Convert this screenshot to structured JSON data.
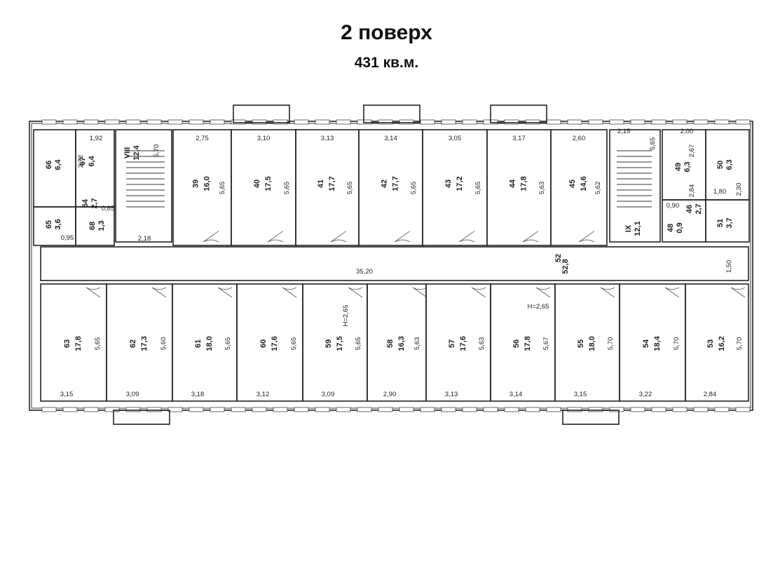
{
  "title": "2 поверх",
  "subtitle": "431 кв.м.",
  "stair_labels": [
    {
      "id": "VIII",
      "area": "12,4",
      "dim": "5,70"
    },
    {
      "id": "IX",
      "area": "12,1",
      "dim": "5,65"
    }
  ],
  "corridor": {
    "num": "52",
    "area": "52,8",
    "length": "35,20",
    "width": "1,50"
  },
  "top_rooms": [
    {
      "num": "39",
      "area": "16,0",
      "width": "2,75",
      "depth": "5,65"
    },
    {
      "num": "40",
      "area": "17,5",
      "width": "3,10",
      "depth": "5,65"
    },
    {
      "num": "41",
      "area": "17,7",
      "width": "3,13",
      "depth": "5,65"
    },
    {
      "num": "42",
      "area": "17,7",
      "width": "3,14",
      "depth": "5,65"
    },
    {
      "num": "43",
      "area": "17,2",
      "width": "3,05",
      "depth": "5,65"
    },
    {
      "num": "44",
      "area": "17,8",
      "width": "3,17",
      "depth": "5,63"
    },
    {
      "num": "45",
      "area": "14,6",
      "width": "2,60",
      "depth": "5,62"
    }
  ],
  "bottom_rooms": [
    {
      "num": "63",
      "area": "17,8",
      "width": "3,15",
      "depth": "5,65"
    },
    {
      "num": "62",
      "area": "17,3",
      "width": "3,09",
      "depth": "5,60"
    },
    {
      "num": "61",
      "area": "18,0",
      "width": "3,18",
      "depth": "5,65"
    },
    {
      "num": "60",
      "area": "17,6",
      "width": "3,12",
      "depth": "5,65"
    },
    {
      "num": "59",
      "area": "17,5",
      "width": "3,09",
      "depth": "5,65"
    },
    {
      "num": "58",
      "area": "16,3",
      "width": "2,90",
      "depth": "5,63"
    },
    {
      "num": "57",
      "area": "17,6",
      "width": "3,13",
      "depth": "5,63"
    },
    {
      "num": "56",
      "area": "17,8",
      "width": "3,14",
      "depth": "5,67"
    },
    {
      "num": "55",
      "area": "18,0",
      "width": "3,15",
      "depth": "5,70"
    },
    {
      "num": "54",
      "area": "18,4",
      "width": "3,22",
      "depth": "5,70"
    },
    {
      "num": "53",
      "area": "16,2",
      "width": "2,84",
      "depth": "5,70"
    }
  ],
  "small_rooms": [
    {
      "num": "66",
      "area": "6,4"
    },
    {
      "num": "67",
      "area": "6,4"
    },
    {
      "num": "65",
      "area": "3,6"
    },
    {
      "num": "64",
      "area": "2,7"
    },
    {
      "num": "68",
      "area": "1,3"
    },
    {
      "num": "49",
      "area": "6,3"
    },
    {
      "num": "50",
      "area": "6,3"
    },
    {
      "num": "51",
      "area": "3,7"
    },
    {
      "num": "46",
      "area": "2,7"
    },
    {
      "num": "48",
      "area": "0,9"
    }
  ],
  "extra_dims": [
    "1,92",
    "2,72",
    "0,85",
    "0,95",
    "2,18",
    "2,15",
    "2,00",
    "2,67",
    "1,80",
    "2,30",
    "0,90",
    "2,84"
  ],
  "height_marks": [
    "Н=2,65",
    "Н=2,65"
  ]
}
